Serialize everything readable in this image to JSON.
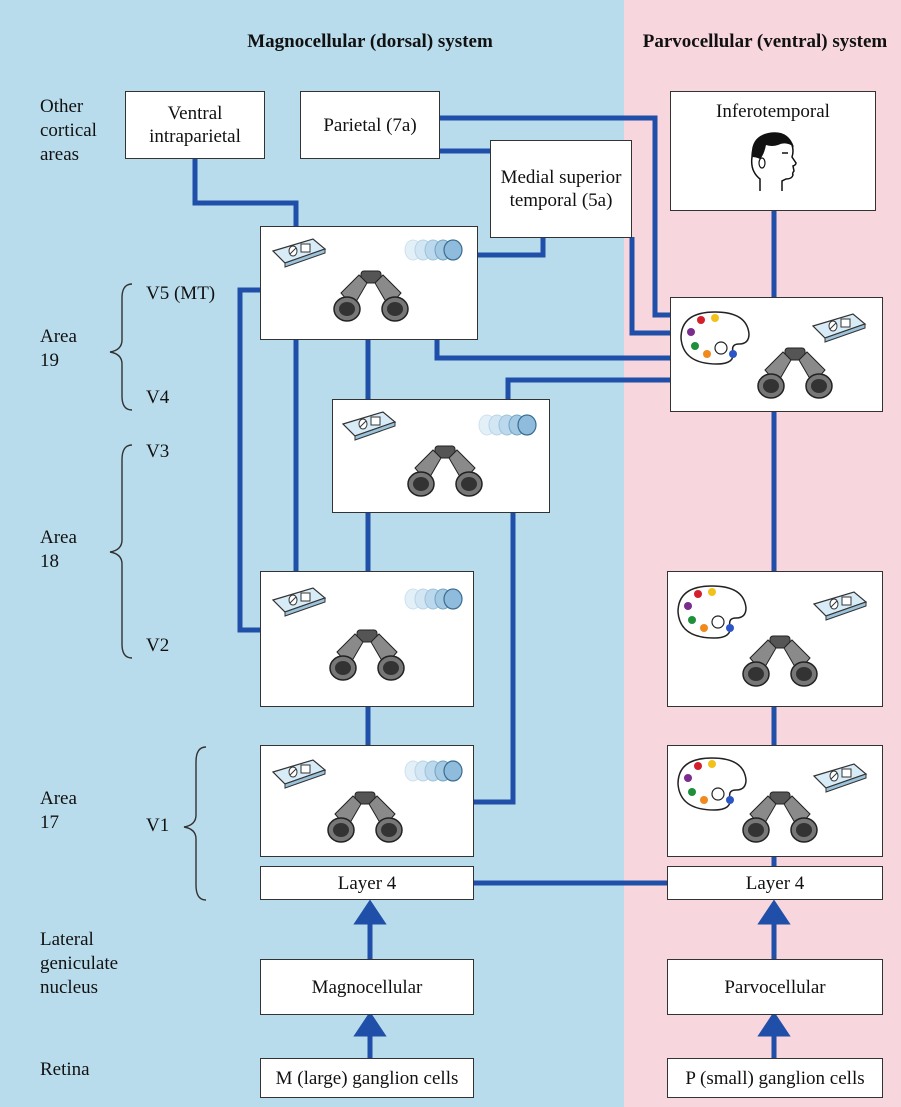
{
  "headings": {
    "dorsal": "Magnocellular (dorsal) system",
    "ventral": "Parvocellular (ventral) system"
  },
  "side_labels": {
    "other_cortical": "Other cortical areas",
    "v5": "V5 (MT)",
    "area19": "Area 19",
    "v4": "V4",
    "v3": "V3",
    "area18": "Area 18",
    "v2": "V2",
    "area17": "Area 17",
    "v1": "V1",
    "lgn": "Lateral geniculate nucleus",
    "retina": "Retina"
  },
  "boxes": {
    "ventral_intraparietal": "Ventral intraparietal",
    "parietal": "Parietal (7a)",
    "mst": "Medial superior temporal (5a)",
    "inferotemporal": "Inferotemporal",
    "layer4_m": "Layer 4",
    "layer4_p": "Layer 4",
    "magnocellular": "Magnocellular",
    "parvocellular": "Parvocellular",
    "m_ganglion": "M (large) ganglion cells",
    "p_ganglion": "P (small) ganglion cells"
  },
  "colors": {
    "dorsal_bg": "#b9dcec",
    "ventral_bg": "#f7d6dd",
    "pathway": "#1f4fa8"
  },
  "icons": {
    "motion": "motion-streak-icon",
    "depth": "binoculars-icon",
    "form": "shape-card-icon",
    "color": "color-palette-icon",
    "face": "face-profile-icon"
  }
}
